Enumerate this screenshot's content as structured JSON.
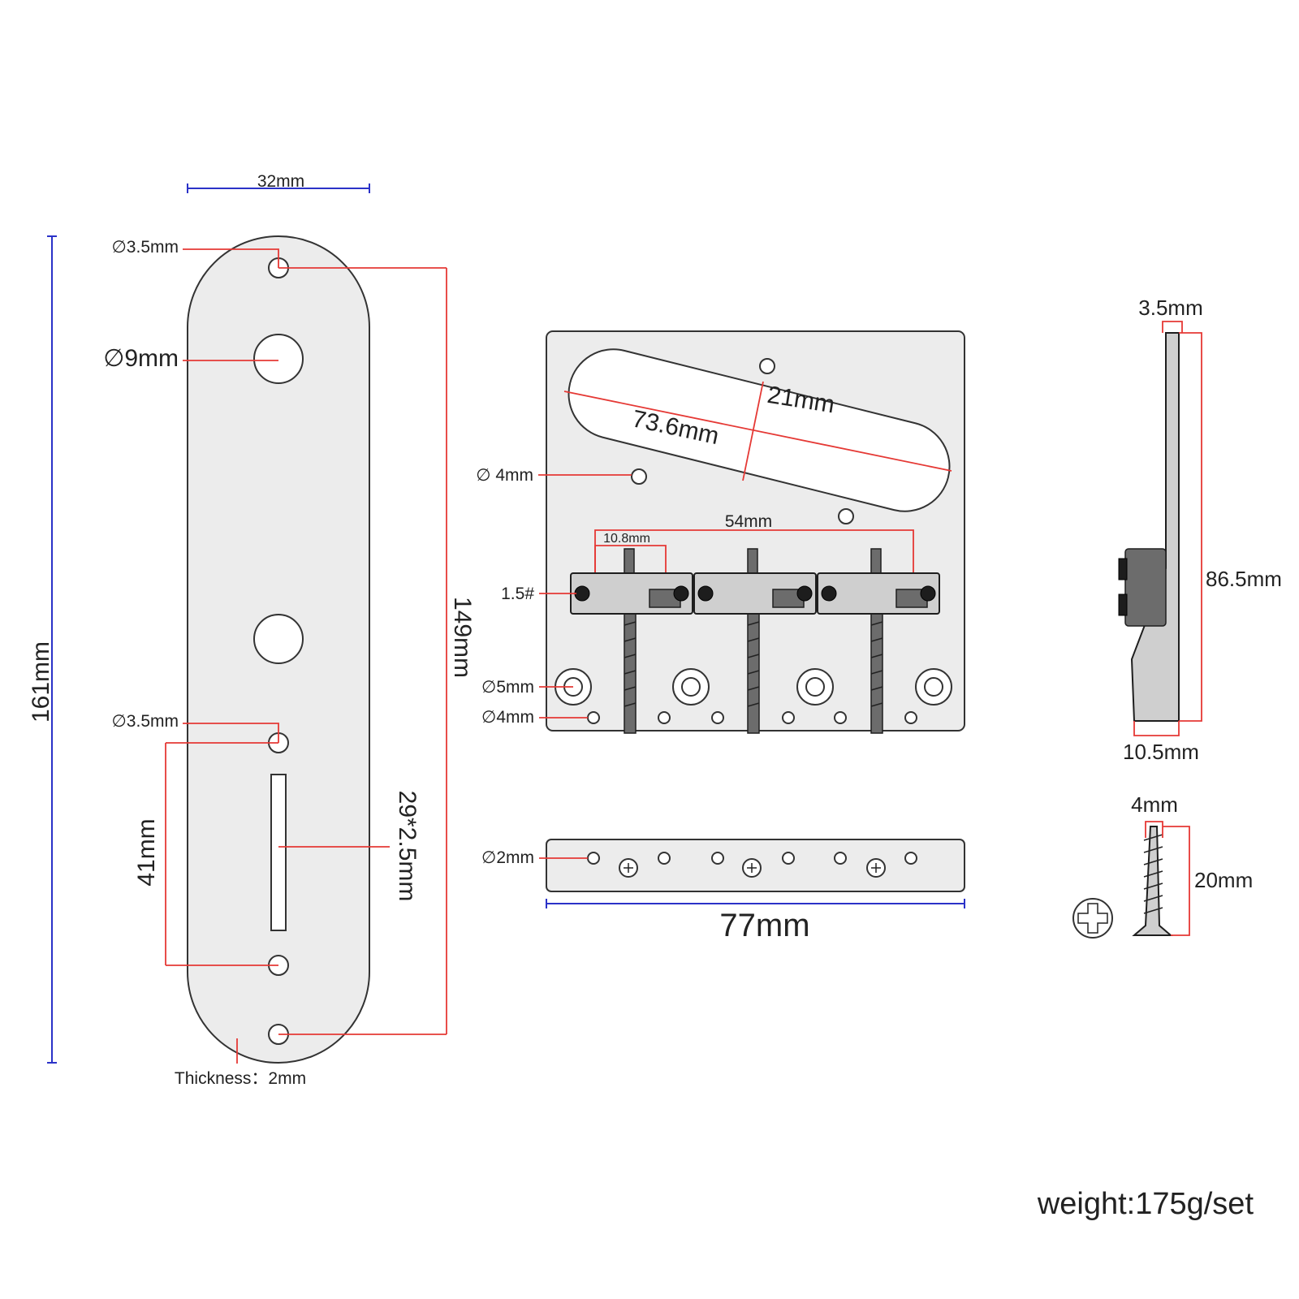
{
  "control_plate": {
    "width_label": "32mm",
    "length_label": "161mm",
    "top_hole_label": "∅3.5mm",
    "pot_hole_label": "∅9mm",
    "lower_hole_label": "∅3.5mm",
    "hole_spacing_label": "149mm",
    "slot_spacing_label": "41mm",
    "slot_size_label": "29*2.5mm",
    "thickness_label": "Thickness：2mm"
  },
  "bridge": {
    "pickup_width_label": "21mm",
    "pickup_length_label": "73.6mm",
    "pickup_screw_hole_label": "∅ 4mm",
    "saddle_span_label": "54mm",
    "saddle_width_label": "10.8mm",
    "hex_key_label": "1.5#",
    "mount_hole_label": "∅5mm",
    "small_hole_label": "∅4mm",
    "back_hole_label": "∅2mm",
    "width_label": "77mm"
  },
  "side_view": {
    "thickness_label": "3.5mm",
    "height_label": "86.5mm",
    "base_label": "10.5mm"
  },
  "screw": {
    "diameter_label": "4mm",
    "length_label": "20mm"
  },
  "weight_label": "weight:175g/set",
  "colors": {
    "dimension_red": "#e53935",
    "dimension_blue": "#2b32c8",
    "plate_fill": "#ececec"
  }
}
